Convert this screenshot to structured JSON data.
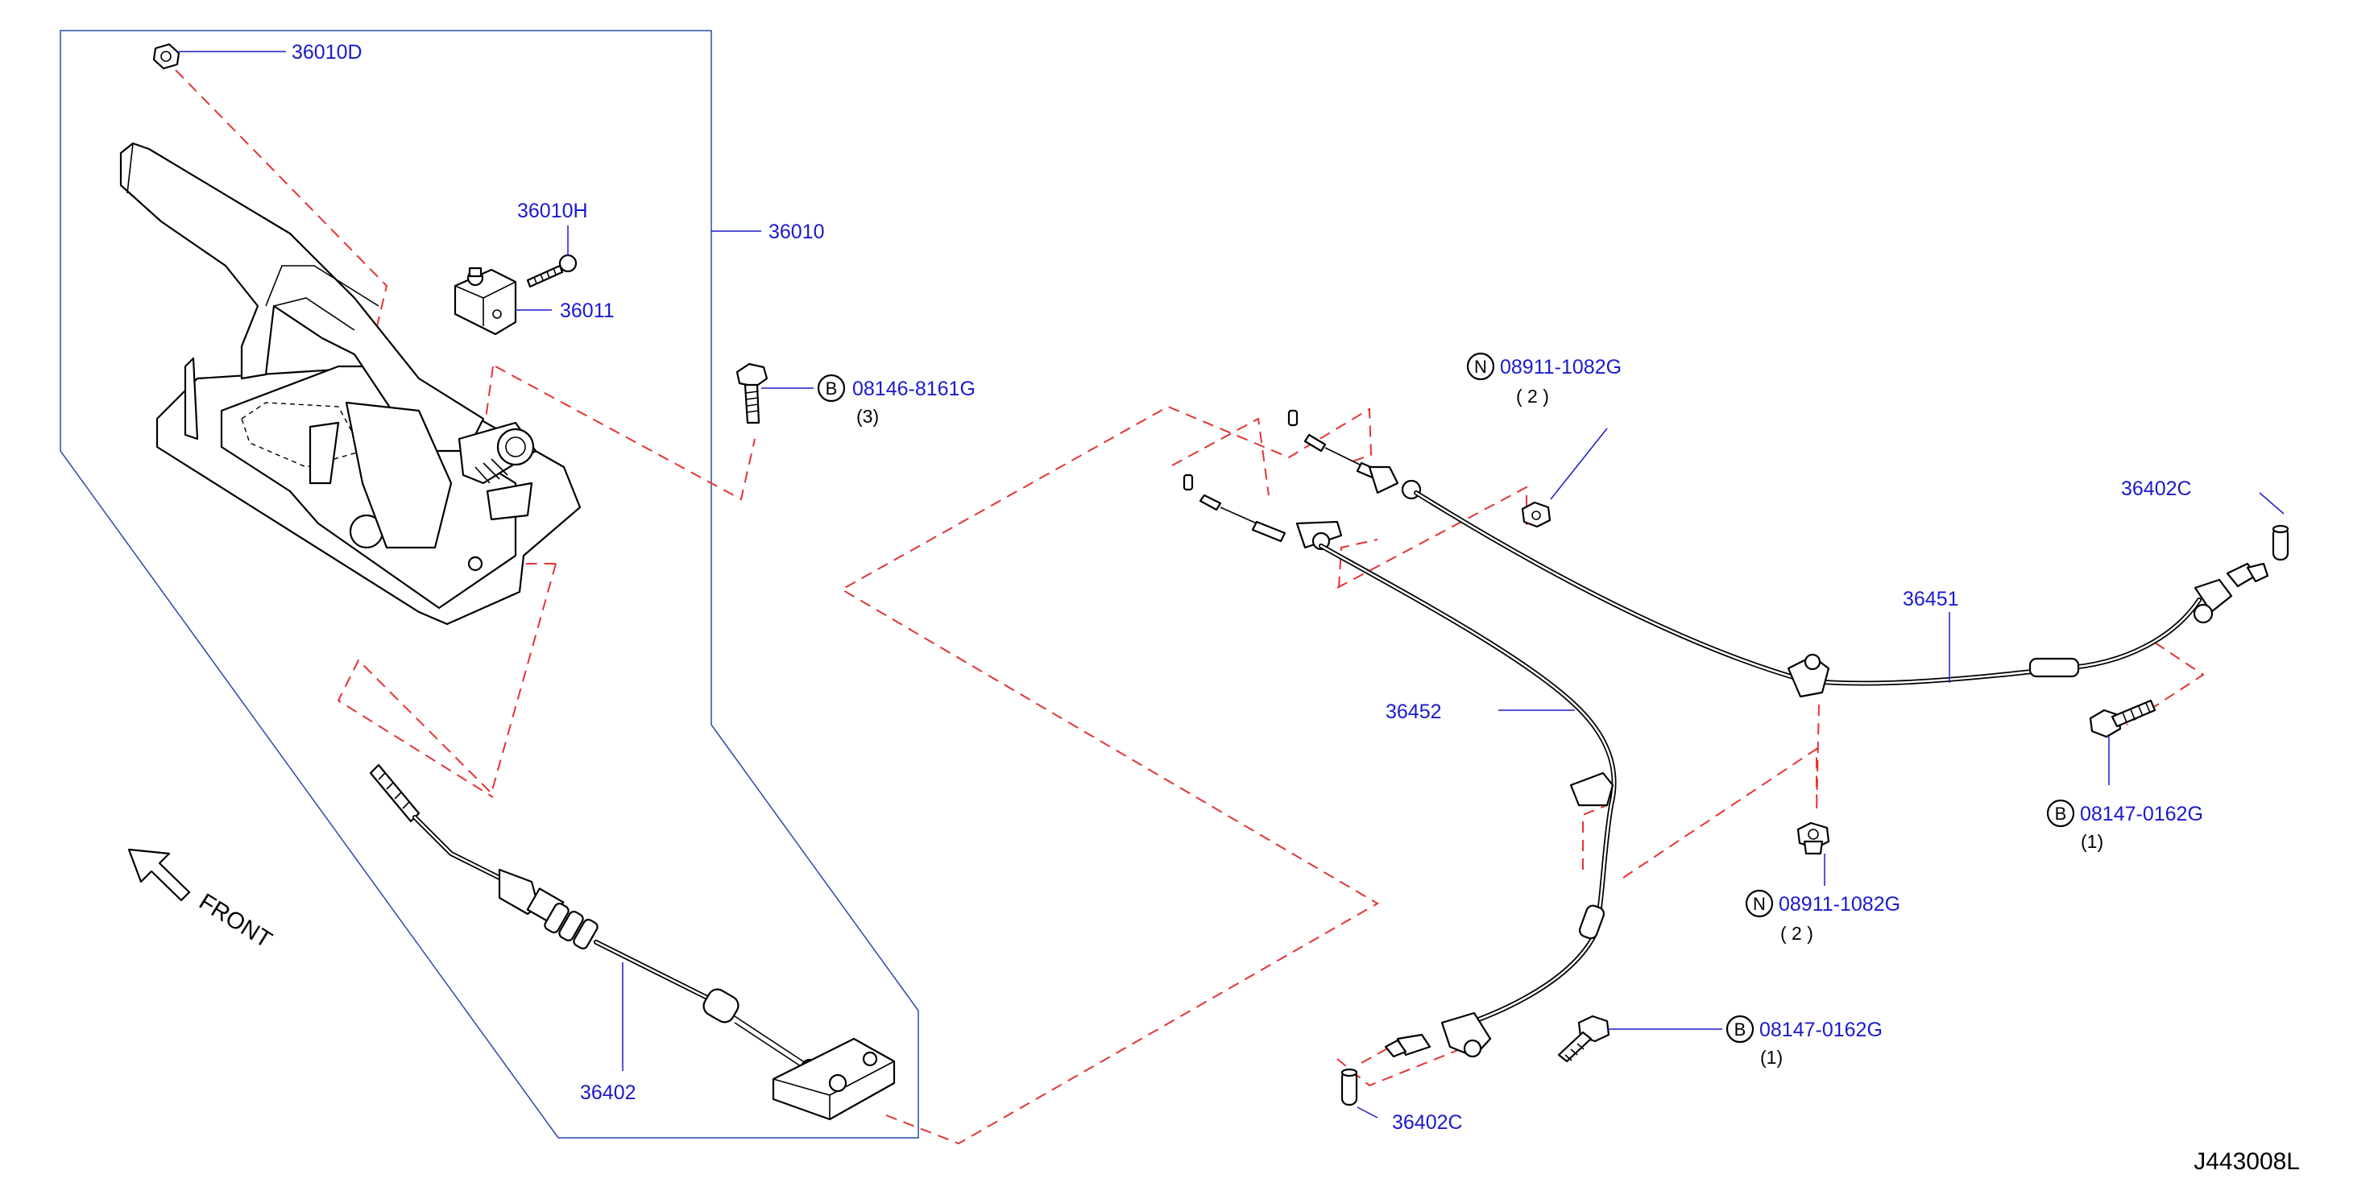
{
  "diagram_ref": "J443008L",
  "direction_label": "FRONT",
  "parts": {
    "assembly": "36010",
    "nut_top": "36010D",
    "screw": "36010H",
    "switch": "36011",
    "front_cable": "36402",
    "rear_cable_rh": "36451",
    "rear_cable_lh": "36452",
    "pin_right": "36402C",
    "pin_left": "36402C"
  },
  "fasteners": {
    "bolt_assembly": {
      "symbol": "B",
      "part": "08146-8161G",
      "qty": "(3)"
    },
    "nut_upper": {
      "symbol": "N",
      "part": "08911-1082G",
      "qty": "( 2 )"
    },
    "nut_lower": {
      "symbol": "N",
      "part": "08911-1082G",
      "qty": "( 2 )"
    },
    "bolt_right": {
      "symbol": "B",
      "part": "08147-0162G",
      "qty": "(1)"
    },
    "bolt_left": {
      "symbol": "B",
      "part": "08147-0162G",
      "qty": "(1)"
    }
  }
}
